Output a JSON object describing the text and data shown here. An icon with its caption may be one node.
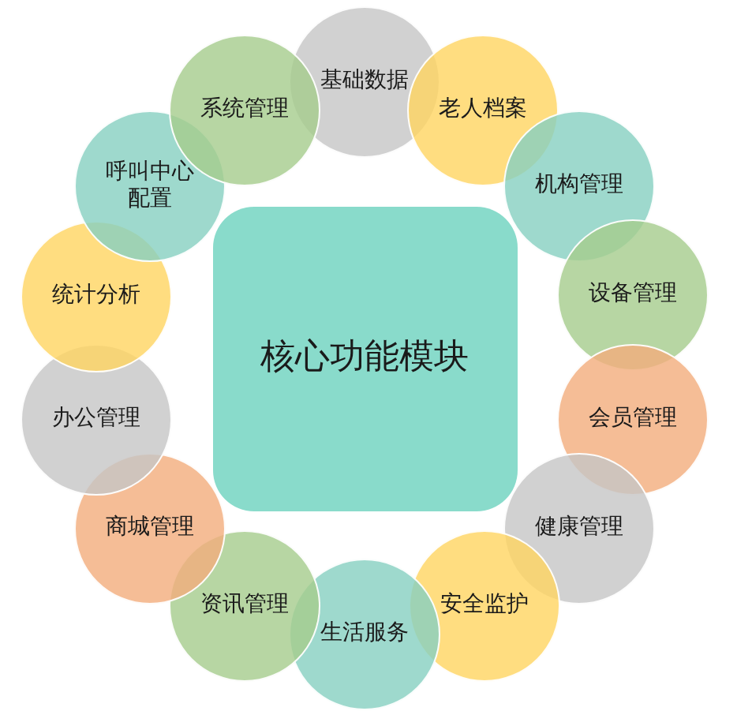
{
  "diagram": {
    "nodes": [
      {
        "text": [
          "核心功能模块"
        ]
      },
      {
        "text": [
          "基础数据"
        ]
      },
      {
        "text": [
          "老人档案"
        ]
      },
      {
        "text": [
          "机构管理"
        ]
      },
      {
        "text": [
          "设备管理"
        ]
      },
      {
        "text": [
          "会员管理"
        ]
      },
      {
        "text": [
          "健康管理"
        ]
      },
      {
        "text": [
          "安全监护"
        ]
      },
      {
        "text": [
          "生活服务"
        ]
      },
      {
        "text": [
          "资讯管理"
        ]
      },
      {
        "text": [
          "商城管理"
        ]
      },
      {
        "text": [
          "办公管理"
        ]
      },
      {
        "text": [
          "统计分析"
        ]
      },
      {
        "text": [
          "呼叫中心配置"
        ]
      },
      {
        "text": [
          "系统管理"
        ]
      }
    ]
  }
}
